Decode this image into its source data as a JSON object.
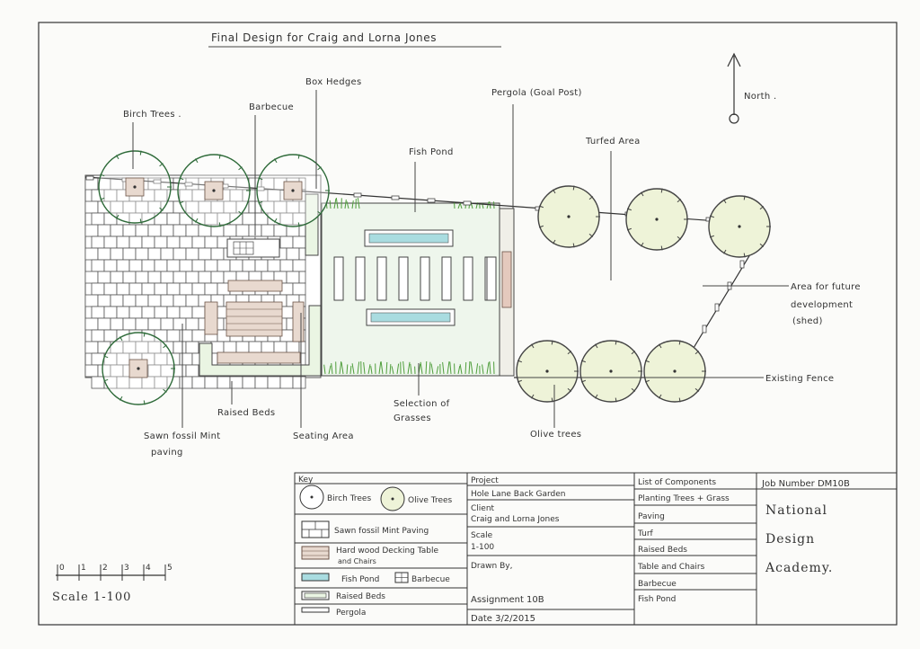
{
  "drawing": {
    "title": "Final Design for Craig and Lorna Jones",
    "north_label": "North .",
    "labels": {
      "birch_trees": "Birch Trees .",
      "barbecue": "Barbecue",
      "box_hedges": "Box Hedges",
      "pergola": "Pergola (Goal Post)",
      "fish_pond": "Fish Pond",
      "turfed_area": "Turfed Area",
      "future_dev_1": "Area for future",
      "future_dev_2": "development",
      "future_dev_3": "(shed)",
      "existing_fence": "Existing Fence",
      "raised_beds": "Raised Beds",
      "grasses_1": "Selection of",
      "grasses_2": "Grasses",
      "olive_trees": "Olive trees",
      "seating_area": "Seating Area",
      "sawn_paving_1": "Sawn fossil Mint",
      "sawn_paving_2": "paving"
    }
  },
  "scale_bar": {
    "ticks": [
      "0",
      "1",
      "2",
      "3",
      "4",
      "5"
    ],
    "label": "Scale 1-100"
  },
  "title_block": {
    "key": {
      "heading": "Key",
      "birch_trees": "Birch Trees",
      "olive_trees": "Olive Trees",
      "sawn_paving": "Sawn fossil Mint Paving",
      "hardwood_1": "Hard wood Decking Table",
      "hardwood_2": "and Chairs",
      "fish_pond": "Fish Pond",
      "barbecue": "Barbecue",
      "raised_beds": "Raised Beds",
      "pergola": "Pergola"
    },
    "project_label": "Project",
    "project_value": "Hole Lane Back Garden",
    "client_label": "Client",
    "client_value": "Craig and Lorna Jones",
    "scale_label": "Scale",
    "scale_value": "1-100",
    "drawn_by": "Drawn By,",
    "assignment": "Assignment 10B",
    "date": "Date 3/2/2015",
    "components_heading": "List of Components",
    "components": [
      "Planting Trees + Grass",
      "Paving",
      "Turf",
      "Raised Beds",
      "Table and Chairs",
      "Barbecue",
      "Fish Pond"
    ],
    "job_number": "Job Number DM10B",
    "company_1": "National",
    "company_2": "Design",
    "company_3": "Academy."
  },
  "colors": {
    "pond": "#a9dce0",
    "grass": "#4f9e3c",
    "decking": "#e8d9cf",
    "olive": "#eef3d8",
    "birch": "#2f6b3a",
    "lawn": "#f3f8ef"
  }
}
